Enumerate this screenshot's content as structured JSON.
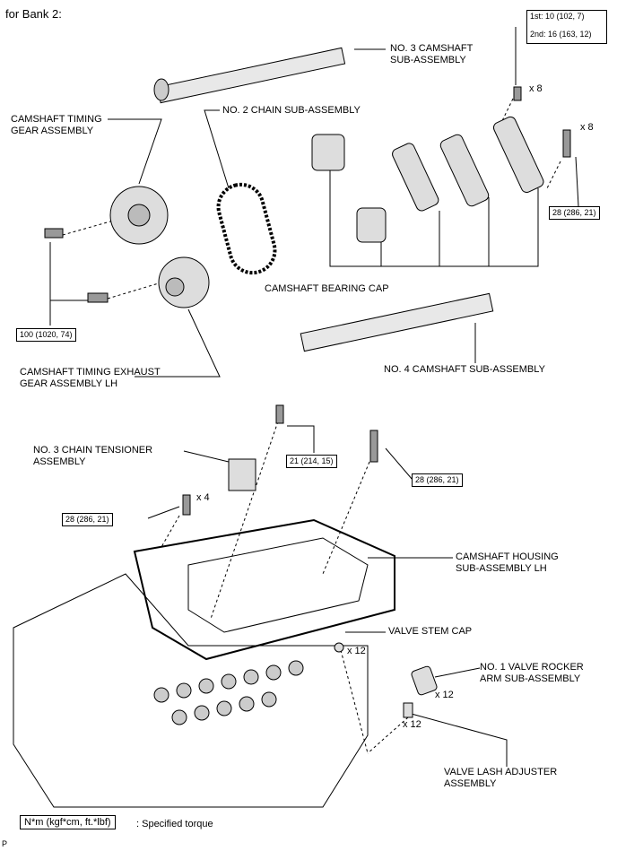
{
  "header": {
    "title": "for Bank 2:"
  },
  "labels": {
    "no3_camshaft": "NO. 3 CAMSHAFT\nSUB-ASSEMBLY",
    "timing_gear": "CAMSHAFT TIMING\nGEAR ASSEMBLY",
    "no2_chain": "NO. 2 CHAIN SUB-ASSEMBLY",
    "bearing_cap": "CAMSHAFT BEARING CAP",
    "exhaust_gear": "CAMSHAFT TIMING EXHAUST\nGEAR ASSEMBLY LH",
    "no4_camshaft": "NO. 4 CAMSHAFT SUB-ASSEMBLY",
    "chain_tensioner": "NO. 3 CHAIN TENSIONER\nASSEMBLY",
    "camshaft_housing": "CAMSHAFT HOUSING\nSUB-ASSEMBLY LH",
    "valve_stem_cap": "VALVE STEM CAP",
    "rocker_arm": "NO. 1 VALVE ROCKER\nARM SUB-ASSEMBLY",
    "lash_adjuster": "VALVE LASH ADJUSTER\nASSEMBLY"
  },
  "torques": {
    "first": "1st: 10 (102, 7)",
    "second": "2nd: 16 (163, 12)",
    "t28_right": "28 (286, 21)",
    "t100": "100 (1020, 74)",
    "t21": "21 (214, 15)",
    "t28_mid": "28 (286, 21)",
    "t28_left": "28 (286, 21)"
  },
  "quantities": {
    "q_x8_a": "x 8",
    "q_x8_b": "x 8",
    "q_x4": "x 4",
    "q_x12_stem": "x 12",
    "q_x12_rocker": "x 12",
    "q_x12_lash": "x 12"
  },
  "legend": {
    "units": "N*m (kgf*cm, ft.*lbf)",
    "meaning": ": Specified torque"
  },
  "footer": {
    "code": "P"
  }
}
